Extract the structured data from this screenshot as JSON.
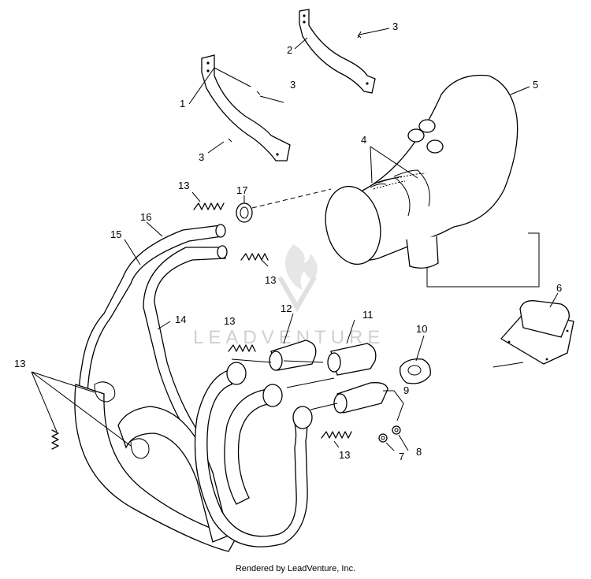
{
  "diagram": {
    "callouts": {
      "c1": "1",
      "c2": "2",
      "c3a": "3",
      "c3b": "3",
      "c3c": "3",
      "c4": "4",
      "c5": "5",
      "c6": "6",
      "c7": "7",
      "c8": "8",
      "c9": "9",
      "c10": "10",
      "c11": "11",
      "c12": "12",
      "c13a": "13",
      "c13b": "13",
      "c13c": "13",
      "c13d": "13",
      "c13e": "13",
      "c14": "14",
      "c15": "15",
      "c16": "16",
      "c17": "17"
    },
    "watermark": "LEADVENTURE"
  },
  "footer": {
    "text": "Rendered by LeadVenture, Inc."
  }
}
